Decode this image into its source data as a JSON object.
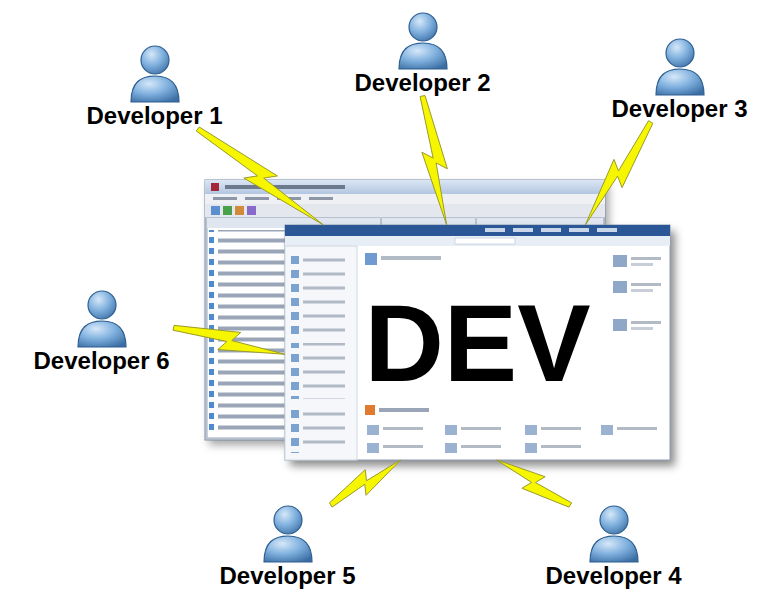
{
  "diagram": {
    "nodes": [
      {
        "text": [
          "Developer 1"
        ]
      },
      {
        "text": [
          "Developer 2"
        ]
      },
      {
        "text": [
          "Developer 3"
        ]
      },
      {
        "text": [
          "Developer 4"
        ]
      },
      {
        "text": [
          "Developer 5"
        ]
      },
      {
        "text": [
          "Developer 6"
        ]
      },
      {
        "text": [
          "DEV"
        ]
      }
    ],
    "edges": [
      {
        "from": 0,
        "to": 6,
        "arrow": "to"
      },
      {
        "from": 1,
        "to": 6,
        "arrow": "to"
      },
      {
        "from": 2,
        "to": 6,
        "arrow": "to"
      },
      {
        "from": 3,
        "to": 6,
        "arrow": "to"
      },
      {
        "from": 4,
        "to": 6,
        "arrow": "to"
      },
      {
        "from": 5,
        "to": 6,
        "arrow": "to"
      }
    ]
  }
}
